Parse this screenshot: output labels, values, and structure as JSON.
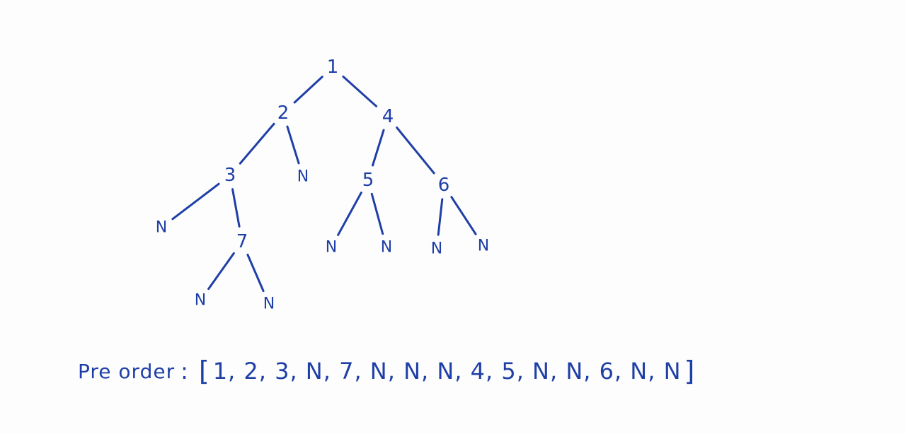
{
  "tree": {
    "nodes": [
      {
        "id": "n1",
        "label": "1"
      },
      {
        "id": "n2",
        "label": "2"
      },
      {
        "id": "n4",
        "label": "4"
      },
      {
        "id": "n3",
        "label": "3"
      },
      {
        "id": "n2r",
        "label": "N"
      },
      {
        "id": "n5",
        "label": "5"
      },
      {
        "id": "n6",
        "label": "6"
      },
      {
        "id": "n3l",
        "label": "N"
      },
      {
        "id": "n7",
        "label": "7"
      },
      {
        "id": "n5l",
        "label": "N"
      },
      {
        "id": "n5r",
        "label": "N"
      },
      {
        "id": "n6l",
        "label": "N"
      },
      {
        "id": "n6r",
        "label": "N"
      },
      {
        "id": "n7l",
        "label": "N"
      },
      {
        "id": "n7r",
        "label": "N"
      }
    ],
    "edges": [
      [
        "n1",
        "n2"
      ],
      [
        "n1",
        "n4"
      ],
      [
        "n2",
        "n3"
      ],
      [
        "n2",
        "n2r"
      ],
      [
        "n4",
        "n5"
      ],
      [
        "n4",
        "n6"
      ],
      [
        "n3",
        "n3l"
      ],
      [
        "n3",
        "n7"
      ],
      [
        "n5",
        "n5l"
      ],
      [
        "n5",
        "n5r"
      ],
      [
        "n6",
        "n6l"
      ],
      [
        "n6",
        "n6r"
      ],
      [
        "n7",
        "n7l"
      ],
      [
        "n7",
        "n7r"
      ]
    ]
  },
  "caption": {
    "label": "Pre order",
    "colon": ":",
    "open_bracket": "[",
    "sequence": "1, 2, 3, N, 7, N, N, N, 4, 5, N, N, 6, N, N",
    "close_bracket": "]"
  },
  "colors": {
    "ink": "#1f3fa6",
    "paper": "#fdfdfd"
  }
}
